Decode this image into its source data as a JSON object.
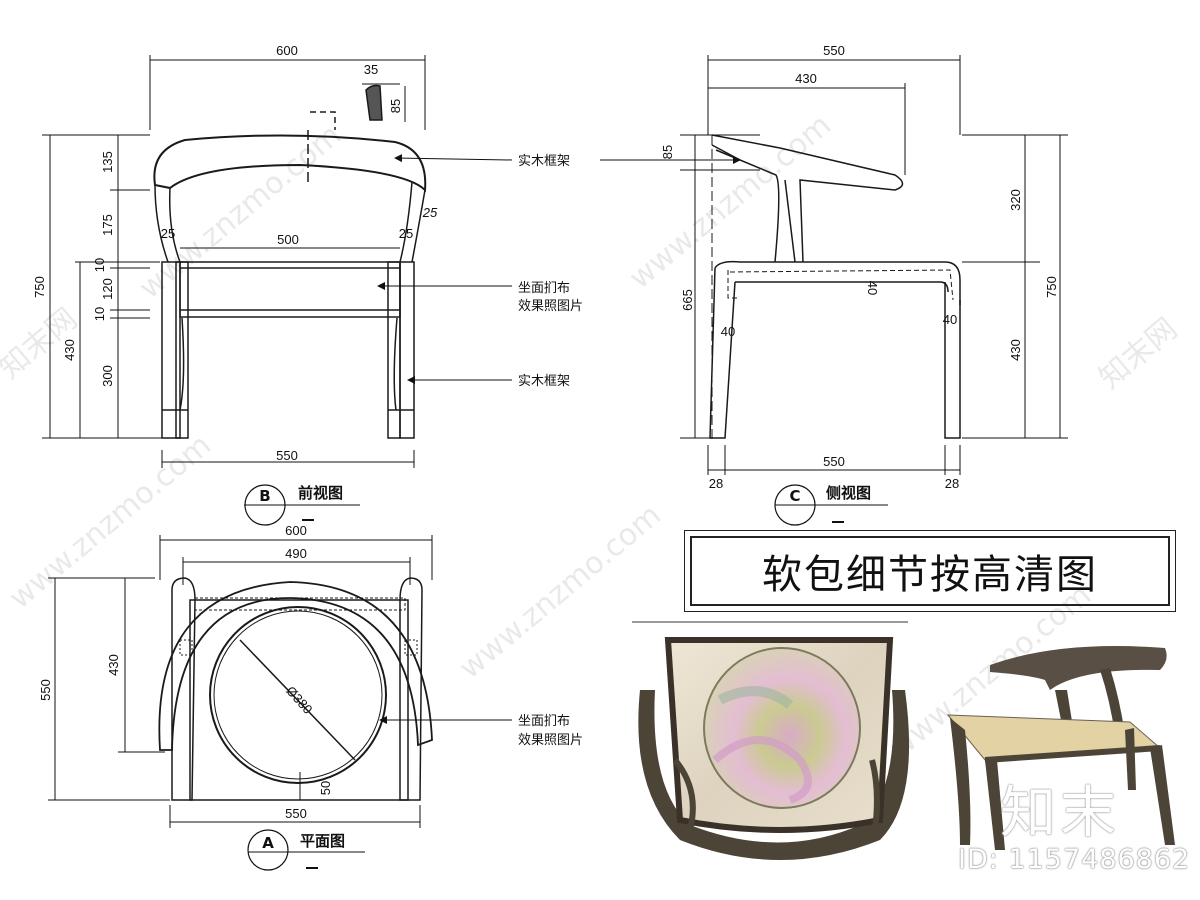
{
  "labels": {
    "wood_frame": "实木框架",
    "seat_fabric_line1": "坐面扪布",
    "seat_fabric_line2": "效果照图片",
    "title": "软包细节按高清图",
    "brand": "知末",
    "image_id": "ID: 1157486862",
    "watermark": "www.znzmo.com",
    "watermark_cn": "知末网"
  },
  "views": {
    "front": {
      "badge": "B",
      "name": "前视图"
    },
    "side": {
      "badge": "C",
      "name": "侧视图"
    },
    "plan": {
      "badge": "A",
      "name": "平面图"
    }
  },
  "dimensions": {
    "front": {
      "top_width": "600",
      "bottom_width": "550",
      "seat_width": "500",
      "profile_w": "35",
      "profile_h": "85",
      "left_25": "25",
      "right_25": "25",
      "arm_25": "25",
      "total_height": "750",
      "seat_height": "430",
      "seg_135": "135",
      "seg_175": "175",
      "seg_10a": "10",
      "seg_120": "120",
      "seg_10b": "10",
      "seg_300": "300"
    },
    "side": {
      "total_depth": "550",
      "arm_depth": "430",
      "bottom_depth": "550",
      "foot_left": "28",
      "foot_right": "28",
      "crest": "85",
      "height_665": "665",
      "leg_40_left": "40",
      "seat_40": "40",
      "leg_40_right": "40",
      "right_320": "320",
      "right_430": "430",
      "right_750": "750"
    },
    "plan": {
      "outer_width": "600",
      "inner_width": "490",
      "bottom_width": "550",
      "depth": "550",
      "inner_depth": "430",
      "diameter": "Ø380",
      "gap_50": "50"
    }
  },
  "colors": {
    "line": "#1a1a1a",
    "wood_dark": "#4d4438",
    "fabric": "#e8dfcc",
    "cane": "#e3d2a4"
  }
}
